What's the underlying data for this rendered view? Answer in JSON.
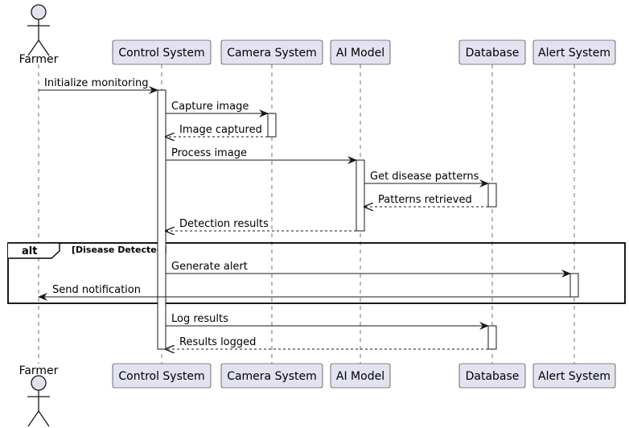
{
  "participants": [
    {
      "id": "farmer",
      "label": "Farmer",
      "kind": "actor"
    },
    {
      "id": "control",
      "label": "Control System",
      "kind": "box"
    },
    {
      "id": "camera",
      "label": "Camera System",
      "kind": "box"
    },
    {
      "id": "ai",
      "label": "AI Model",
      "kind": "box"
    },
    {
      "id": "db",
      "label": "Database",
      "kind": "box"
    },
    {
      "id": "alert",
      "label": "Alert System",
      "kind": "box"
    }
  ],
  "messages": [
    {
      "from": "farmer",
      "to": "control",
      "label": "Initialize monitoring",
      "style": "solid"
    },
    {
      "from": "control",
      "to": "camera",
      "label": "Capture image",
      "style": "solid"
    },
    {
      "from": "camera",
      "to": "control",
      "label": "Image captured",
      "style": "dashed"
    },
    {
      "from": "control",
      "to": "ai",
      "label": "Process image",
      "style": "solid"
    },
    {
      "from": "ai",
      "to": "db",
      "label": "Get disease patterns",
      "style": "solid"
    },
    {
      "from": "db",
      "to": "ai",
      "label": "Patterns retrieved",
      "style": "dashed"
    },
    {
      "from": "ai",
      "to": "control",
      "label": "Detection results",
      "style": "dashed"
    },
    {
      "from": "control",
      "to": "alert",
      "label": "Generate alert",
      "style": "solid"
    },
    {
      "from": "alert",
      "to": "farmer",
      "label": "Send notification",
      "style": "solid"
    },
    {
      "from": "control",
      "to": "db",
      "label": "Log results",
      "style": "solid"
    },
    {
      "from": "db",
      "to": "control",
      "label": "Results logged",
      "style": "dashed"
    }
  ],
  "fragment": {
    "keyword": "alt",
    "guard": "[Disease Detected]"
  },
  "colors": {
    "participant_fill": "#e2e2f0",
    "participant_border": "#181818",
    "lifeline": "#181818",
    "activation_fill": "#ffffff"
  }
}
